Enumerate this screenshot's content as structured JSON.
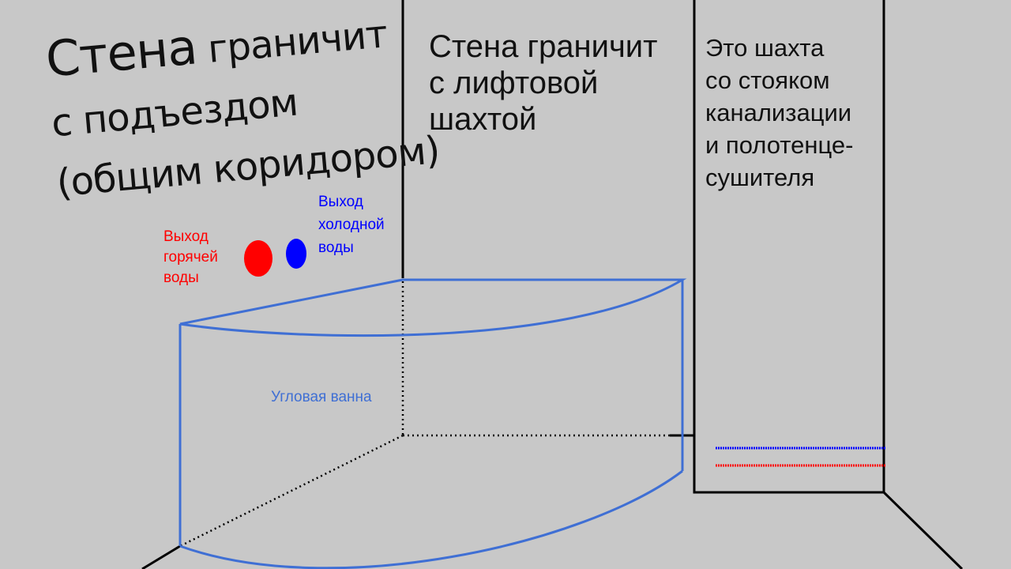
{
  "labels": {
    "corridor_wall": {
      "word1": "Стена",
      "word2": "граничит",
      "line2": "с подъездом",
      "line3": "(общим коридором)"
    },
    "lift_wall": [
      "Стена граничит",
      "с лифтовой",
      "шахтой"
    ],
    "shaft": [
      "Это шахта",
      "со стояком",
      "канализации",
      "и полотенце-",
      "сушителя"
    ],
    "hot_water": [
      "Выход",
      "горячей",
      "воды"
    ],
    "cold_water": [
      "Выход",
      "холодной",
      "воды"
    ],
    "bathtub": "Угловая ванна"
  },
  "colors": {
    "background": "#c8c8c8",
    "walls": "#000000",
    "bathtub": "#3f6fd4",
    "hot": "#ff0000",
    "cold": "#0000ff"
  }
}
